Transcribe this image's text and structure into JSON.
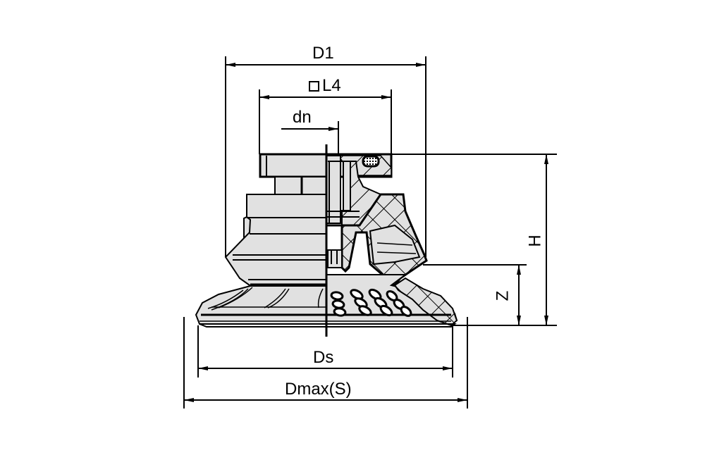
{
  "drawing": {
    "subject": "Suction cup technical dimension drawing (half section view)",
    "colors": {
      "line": "#000000",
      "fill": "#e1e1e1",
      "background": "#ffffff"
    },
    "dimensions": {
      "D1": {
        "label": "D1"
      },
      "L4": {
        "label": "L4",
        "prefix_symbol": "square-icon"
      },
      "dn": {
        "label": "dn"
      },
      "H": {
        "label": "H"
      },
      "Z": {
        "label": "Z"
      },
      "Ds": {
        "label": "Ds"
      },
      "Dmax": {
        "label": "Dmax(S)"
      }
    }
  }
}
